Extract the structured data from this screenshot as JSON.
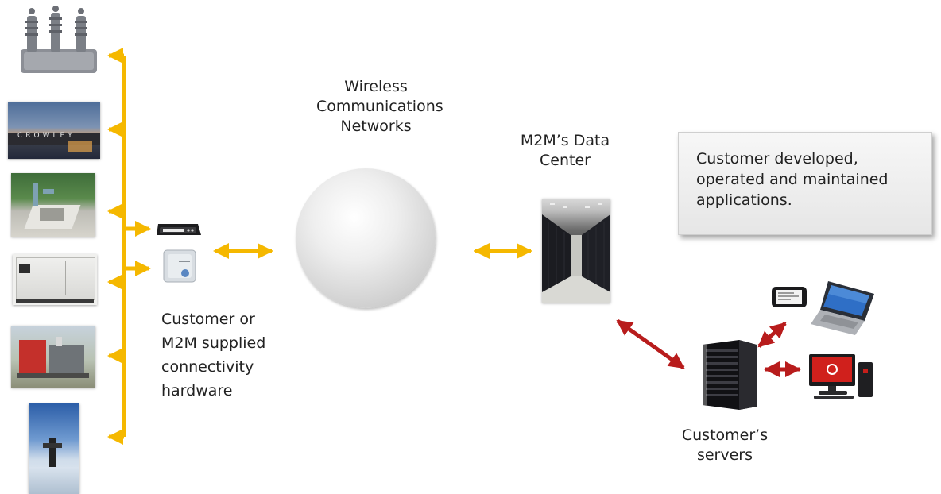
{
  "labels": {
    "wireless": "Wireless Communications Networks",
    "data_center": "M2M’s Data Center",
    "hardware": "Customer or M2M supplied connectivity hardware",
    "servers": "Customer’s servers",
    "callout": "Customer developed, operated and maintained applications."
  },
  "thumbnails": {
    "barge_logo": "CROWLEY"
  },
  "colors": {
    "hardware_link": "#f5b800",
    "customer_link": "#b81c1c"
  },
  "icons": [
    "recloser-icon",
    "barge-photo",
    "wellhead-site-photo",
    "generator-photo",
    "pump-skid-photo",
    "oil-well-photo",
    "modem-device-icon",
    "enclosure-device-icon",
    "network-sphere",
    "server-aisle-photo",
    "server-rack-icon",
    "tablet-icon",
    "laptop-icon",
    "desktop-computer-icon"
  ]
}
